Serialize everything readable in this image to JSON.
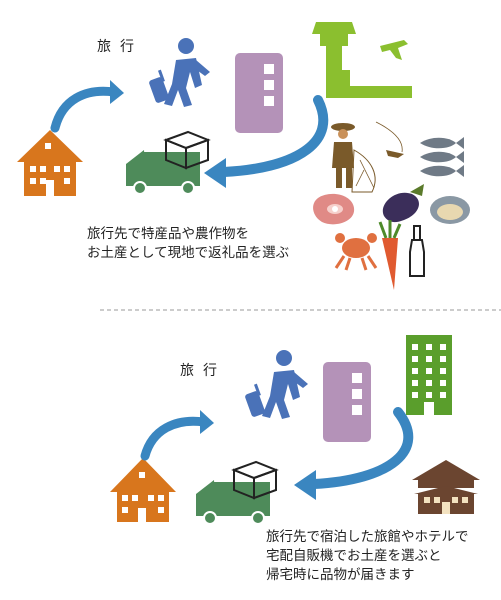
{
  "panels": [
    {
      "title": "旅行",
      "caption_lines": [
        "旅行先で特産品や農作物を",
        "お土産として現地で返礼品を選ぶ"
      ]
    },
    {
      "title": "旅行",
      "caption_lines": [
        "旅行先で宿泊した旅館やホテルで",
        "宅配自販機でお土産を選ぶと",
        "帰宅時に品物が届きます"
      ]
    }
  ],
  "colors": {
    "house": "#d8761d",
    "arrow": "#3a86c0",
    "traveler": "#4a72b8",
    "vending": "#b492b8",
    "truck": "#4e8b5a",
    "airport": "#8bbf2f",
    "hotel": "#5a9e2c",
    "ryokan": "#6b4530",
    "divider": "#9a9a9a"
  }
}
